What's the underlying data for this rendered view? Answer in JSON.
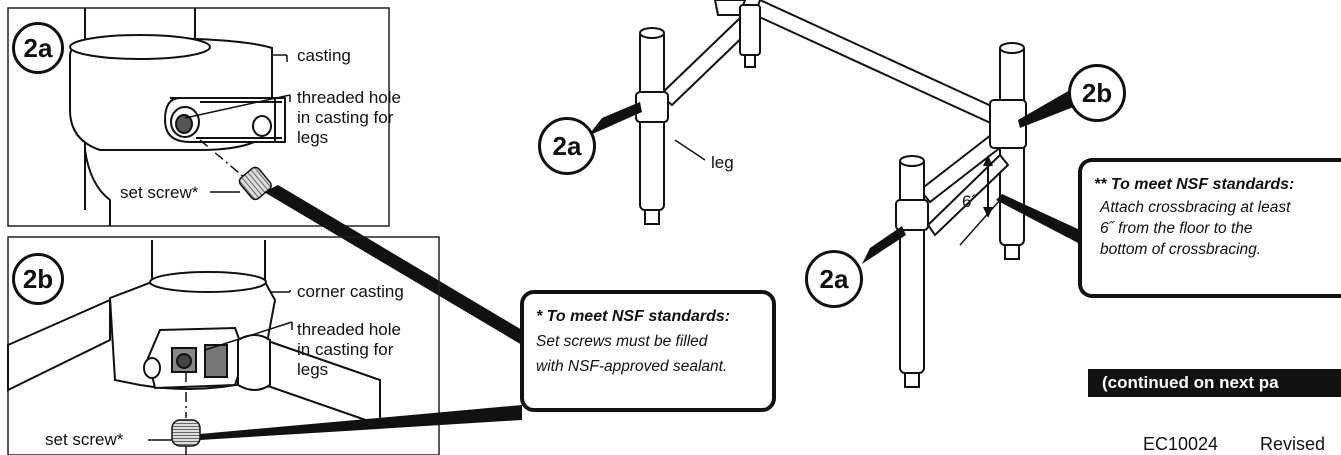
{
  "detail_2a": {
    "badge": "2a",
    "casting": "casting",
    "threaded_hole": [
      "threaded hole",
      "in casting for",
      "legs"
    ],
    "set_screw": "set screw*"
  },
  "detail_2b": {
    "badge": "2b",
    "corner_casting": "corner casting",
    "threaded_hole": [
      "threaded hole",
      "in casting for",
      "legs"
    ],
    "set_screw": "set screw*"
  },
  "main_drawing": {
    "badge_2a_upper": "2a",
    "badge_2a_lower": "2a",
    "badge_2b": "2b",
    "leg": "leg",
    "height": "6˝"
  },
  "callouts": {
    "set_screw_note": {
      "heading": "* To meet NSF standards:",
      "lines": [
        "Set screws must be filled",
        "with NSF-approved sealant."
      ]
    },
    "crossbracing_note": {
      "heading": "** To meet NSF standards:",
      "lines": [
        "Attach crossbracing at least",
        "6˝ from the floor to the",
        "bottom of crossbracing."
      ]
    }
  },
  "continued_banner": "(continued on next pa",
  "footer": {
    "doc_number": "EC10024",
    "revised": "Revised"
  }
}
